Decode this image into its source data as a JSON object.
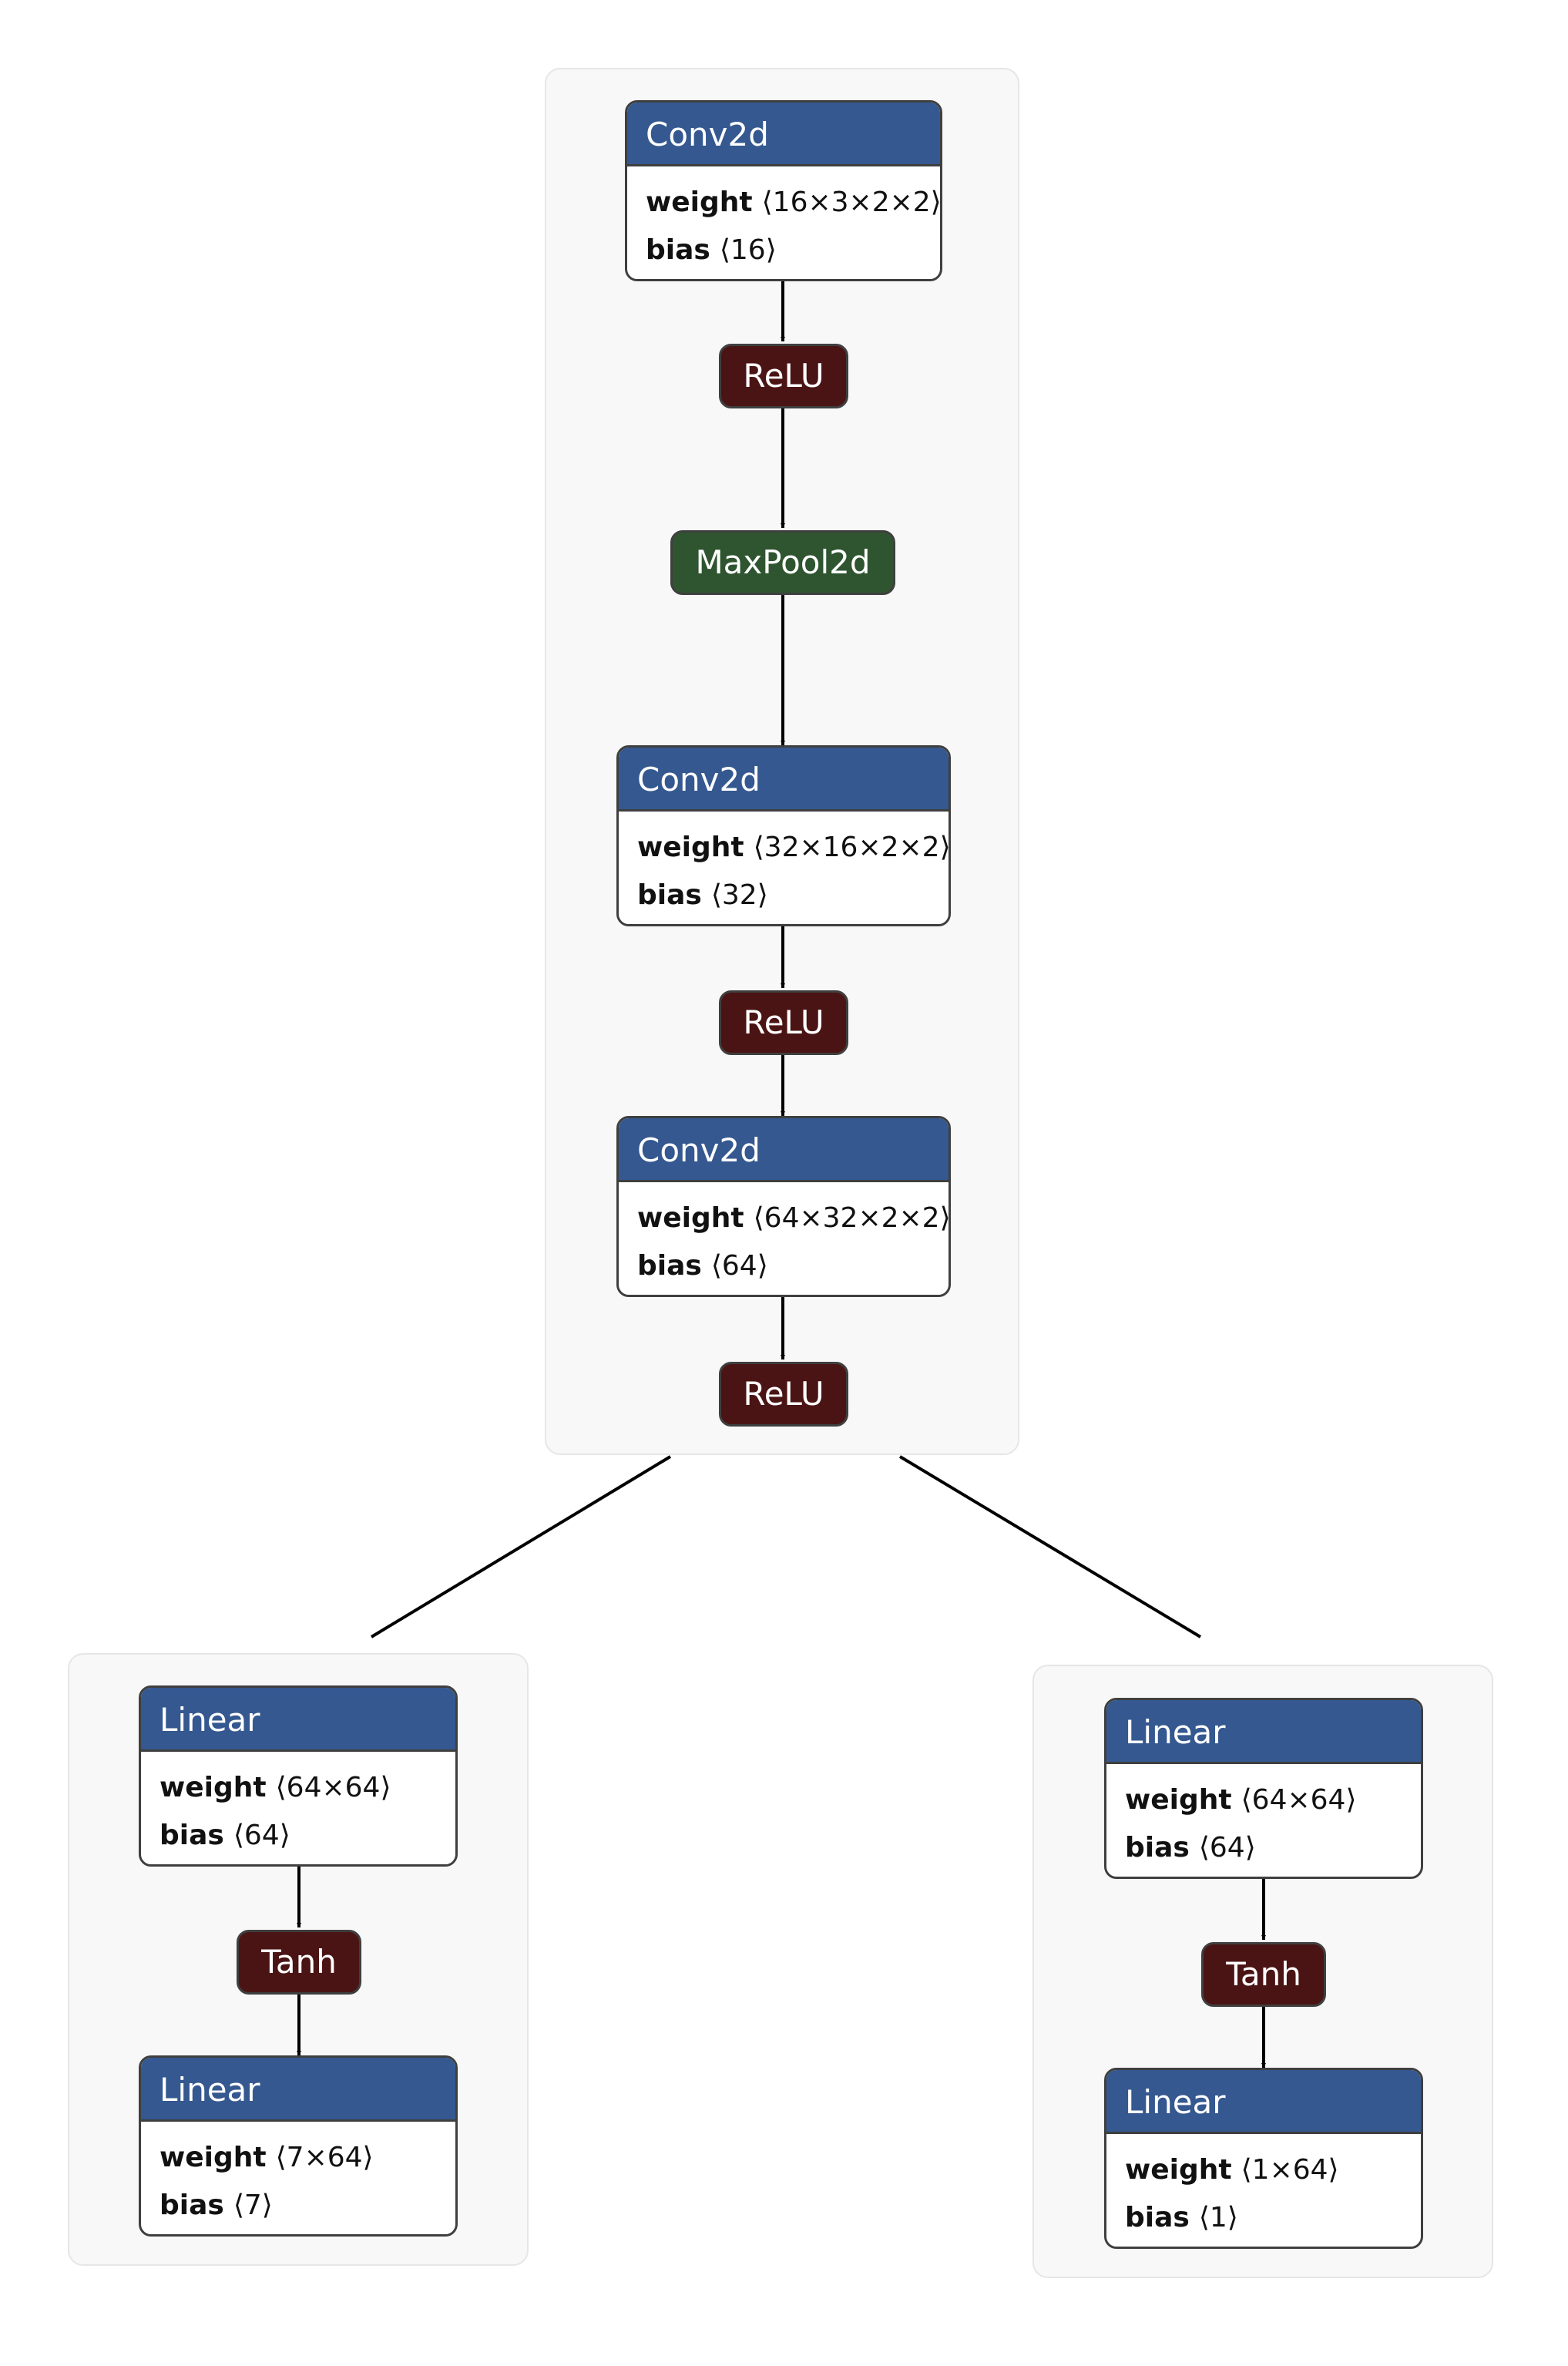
{
  "trunk": {
    "conv1": {
      "title": "Conv2d",
      "weight_label": "weight",
      "weight_shape": "⟨16×3×2×2⟩",
      "bias_label": "bias",
      "bias_shape": "⟨16⟩"
    },
    "relu1": "ReLU",
    "pool": "MaxPool2d",
    "conv2": {
      "title": "Conv2d",
      "weight_label": "weight",
      "weight_shape": "⟨32×16×2×2⟩",
      "bias_label": "bias",
      "bias_shape": "⟨32⟩"
    },
    "relu2": "ReLU",
    "conv3": {
      "title": "Conv2d",
      "weight_label": "weight",
      "weight_shape": "⟨64×32×2×2⟩",
      "bias_label": "bias",
      "bias_shape": "⟨64⟩"
    },
    "relu3": "ReLU"
  },
  "left_head": {
    "linear1": {
      "title": "Linear",
      "weight_label": "weight",
      "weight_shape": "⟨64×64⟩",
      "bias_label": "bias",
      "bias_shape": "⟨64⟩"
    },
    "tanh": "Tanh",
    "linear2": {
      "title": "Linear",
      "weight_label": "weight",
      "weight_shape": "⟨7×64⟩",
      "bias_label": "bias",
      "bias_shape": "⟨7⟩"
    }
  },
  "right_head": {
    "linear1": {
      "title": "Linear",
      "weight_label": "weight",
      "weight_shape": "⟨64×64⟩",
      "bias_label": "bias",
      "bias_shape": "⟨64⟩"
    },
    "tanh": "Tanh",
    "linear2": {
      "title": "Linear",
      "weight_label": "weight",
      "weight_shape": "⟨1×64⟩",
      "bias_label": "bias",
      "bias_shape": "⟨1⟩"
    }
  },
  "colors": {
    "layer_header": "#34588f",
    "activation": "#4b1414",
    "pooling": "#2f5530",
    "group_bg": "#f8f8f8"
  }
}
